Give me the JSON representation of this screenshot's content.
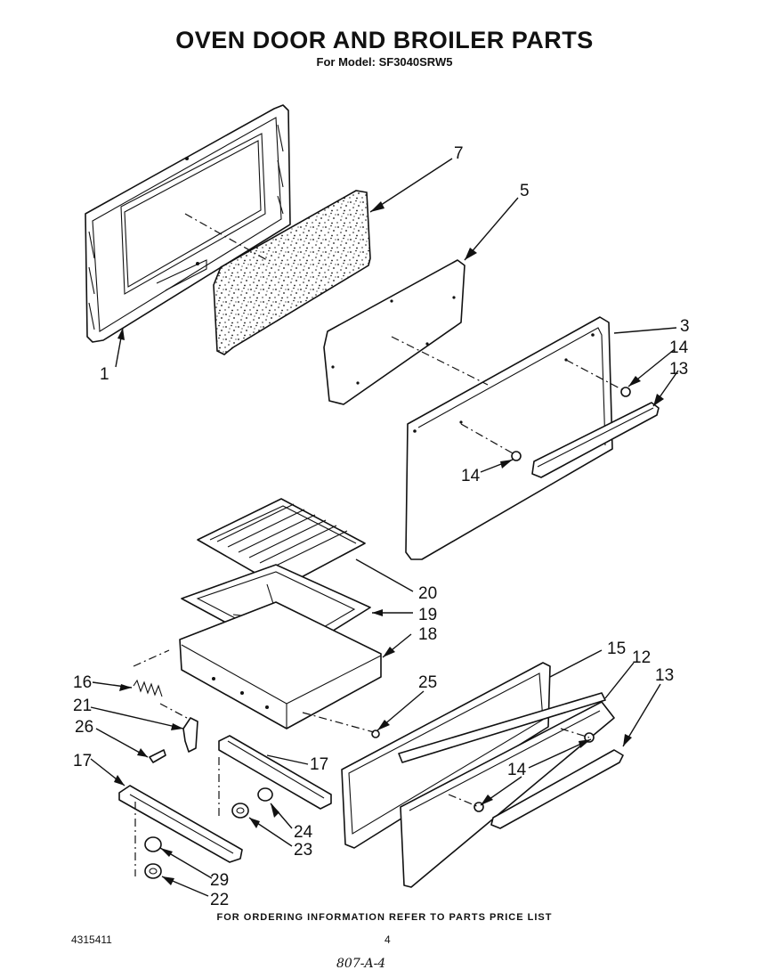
{
  "header": {
    "title": "OVEN DOOR AND BROILER PARTS",
    "subtitle": "For Model: SF3040SRW5"
  },
  "callouts": [
    "1",
    "7",
    "5",
    "3",
    "14",
    "13",
    "14",
    "20",
    "19",
    "18",
    "16",
    "21",
    "26",
    "25",
    "15",
    "12",
    "13",
    "17",
    "17",
    "14",
    "24",
    "23",
    "29",
    "22"
  ],
  "footer": {
    "ordering_note": "FOR ORDERING INFORMATION REFER TO PARTS PRICE LIST",
    "document_number": "4315411",
    "page_number": "4",
    "handwritten_ref": "807-A-4"
  }
}
